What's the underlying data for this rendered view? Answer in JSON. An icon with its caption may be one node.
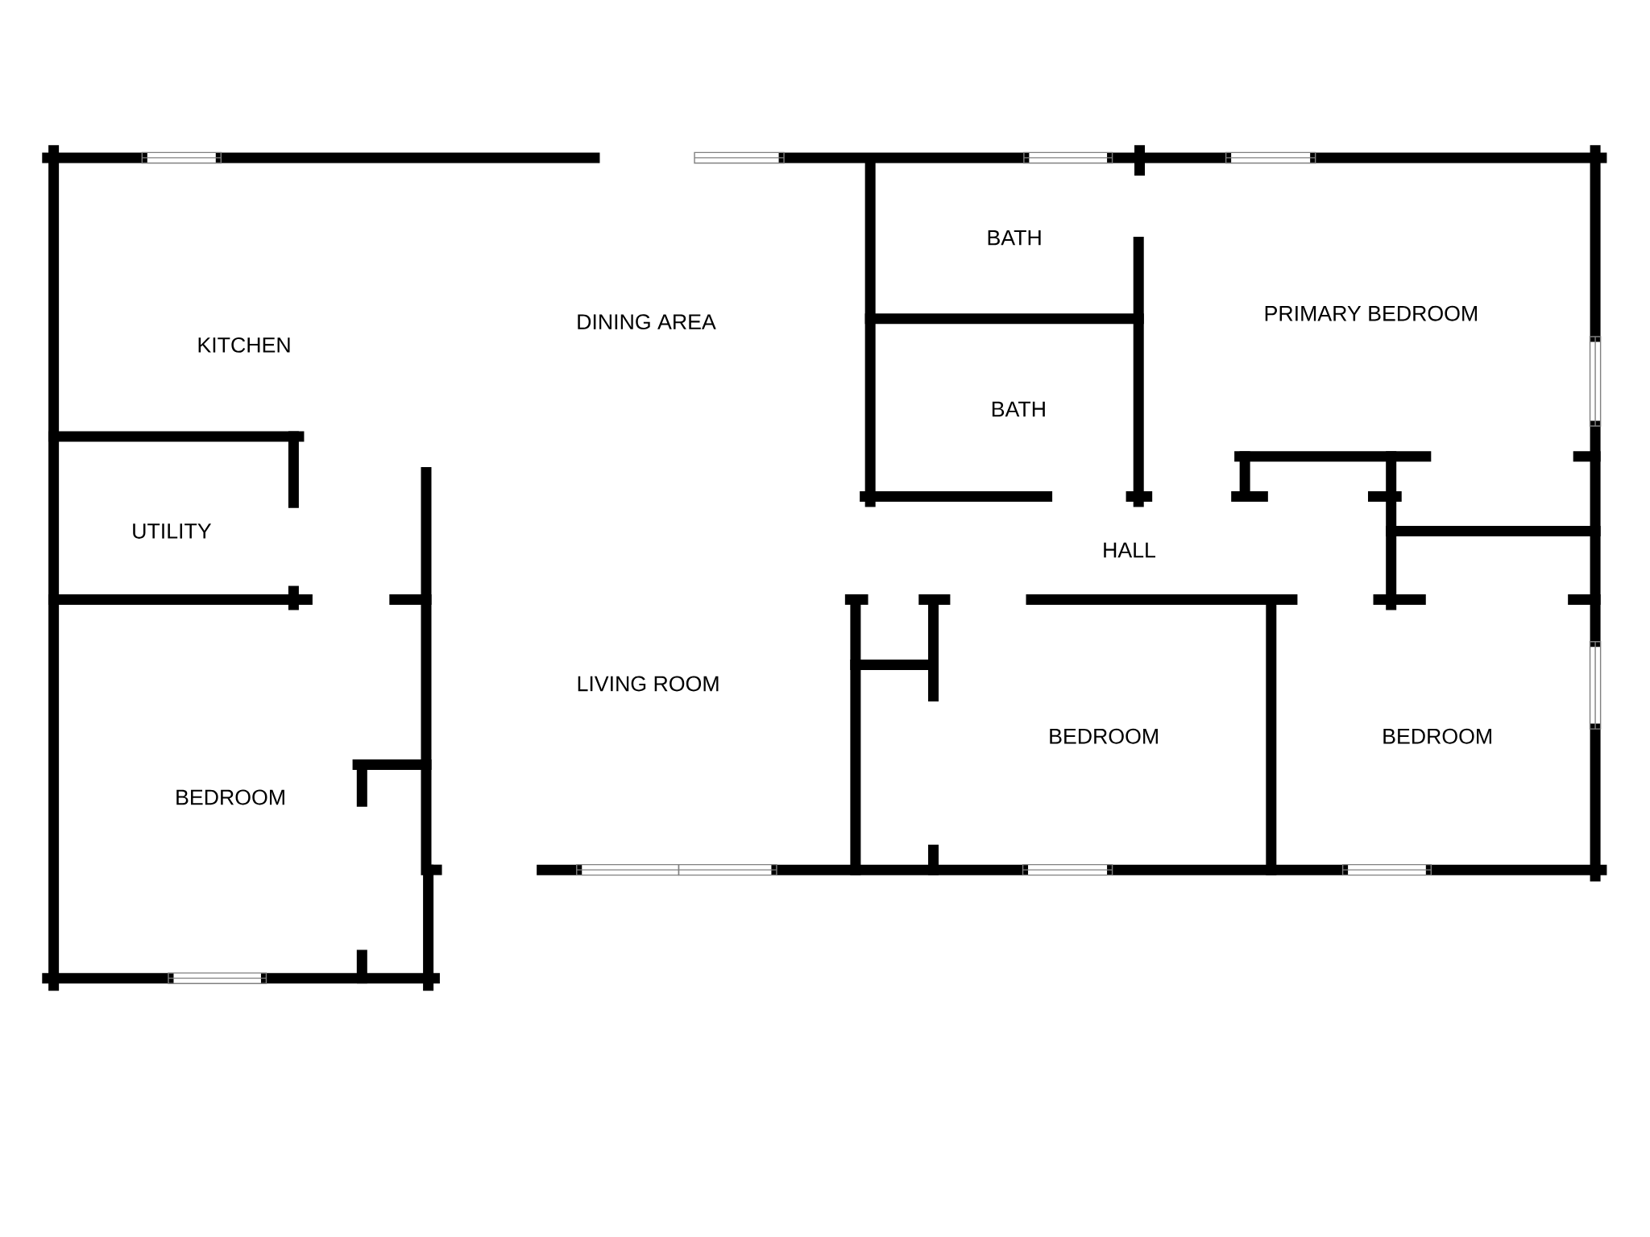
{
  "diagram": {
    "labels": [
      "BATH",
      "PRIMARY BEDROOM",
      "DINING AREA",
      "KITCHEN",
      "BATH",
      "UTILITY",
      "HALL",
      "LIVING ROOM",
      "BEDROOM",
      "BEDROOM",
      "BEDROOM"
    ]
  }
}
